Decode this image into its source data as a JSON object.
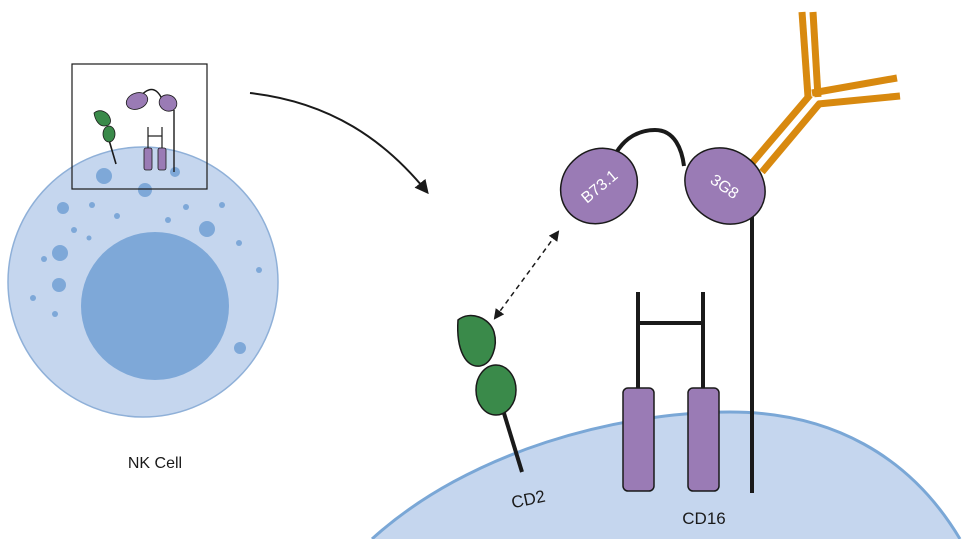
{
  "labels": {
    "nk_cell": "NK Cell",
    "cd2": "CD2",
    "cd16": "CD16",
    "b73": "B73.1",
    "g38": "3G8"
  },
  "colors": {
    "cell_fill": "#c5d6ee",
    "cell_stroke": "#8fb0d8",
    "nucleus": "#7ea8d8",
    "granule": "#7ea8d8",
    "membrane": "#7aa7d6",
    "cd2_green": "#3a8a4a",
    "receptor_purple": "#9a7bb5",
    "antibody_orange": "#d8890f",
    "line": "#1a1a1a"
  }
}
